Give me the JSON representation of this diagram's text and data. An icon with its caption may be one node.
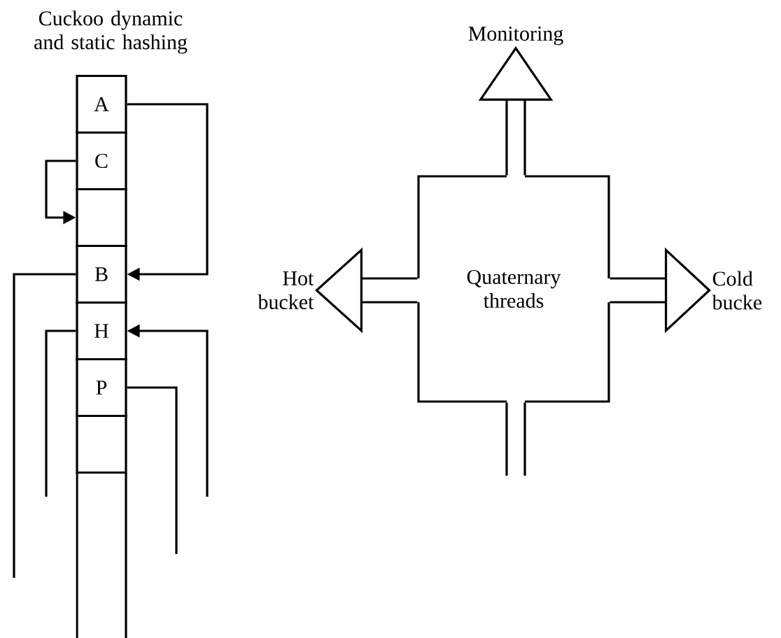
{
  "diagram": {
    "title": "Cuckoo dynamic and static hashing",
    "nodes": [
      {
        "text": [
          "A"
        ]
      },
      {
        "text": [
          "C"
        ]
      },
      {
        "text": [],
        "shape": "box"
      },
      {
        "text": [
          "B"
        ]
      },
      {
        "text": [
          "H"
        ]
      },
      {
        "text": [
          "P"
        ]
      },
      {
        "text": [],
        "shape": "box"
      },
      {
        "text": [
          "Quaternary threads"
        ]
      },
      {
        "text": [
          "Monitoring"
        ]
      },
      {
        "text": [
          "Hot bucket"
        ]
      },
      {
        "text": [
          "Cold bucke"
        ]
      }
    ],
    "edges": [
      {
        "from": 0,
        "to": 3,
        "arrow": "to"
      },
      {
        "from": 1,
        "to": 2,
        "arrow": "to"
      },
      {
        "from": null,
        "to": 4,
        "arrow": "to"
      },
      {
        "from": 3,
        "to": null,
        "arrow": "none"
      },
      {
        "from": 4,
        "to": null,
        "arrow": "none"
      },
      {
        "from": 5,
        "to": null,
        "arrow": "none"
      },
      {
        "from": 7,
        "to": 8,
        "arrow": "to"
      },
      {
        "from": 7,
        "to": 9,
        "arrow": "to"
      },
      {
        "from": 7,
        "to": 10,
        "arrow": "to"
      },
      {
        "from": 7,
        "to": null,
        "arrow": "none"
      }
    ]
  }
}
